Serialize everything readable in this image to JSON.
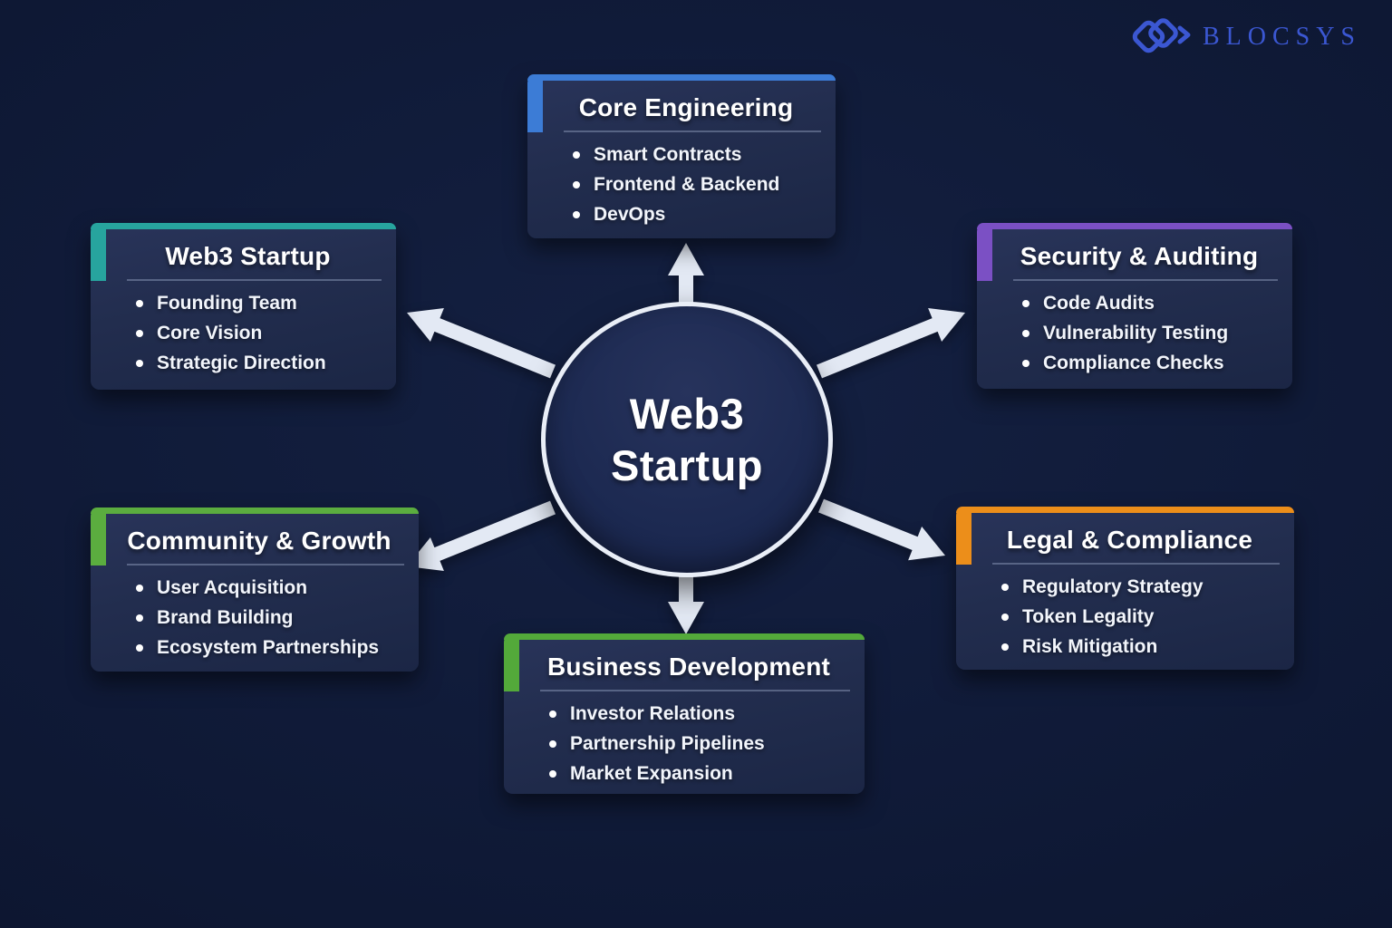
{
  "logo": {
    "text": "BLOCSYS",
    "color": "#3b57d2",
    "icon": "interlocked-diamonds"
  },
  "center": {
    "line1": "Web3",
    "line2": "Startup"
  },
  "boxes": [
    {
      "id": "core-engineering",
      "title": "Core Engineering",
      "accent": "#3c7cd6",
      "items": [
        "Smart Contracts",
        "Frontend & Backend",
        "DevOps"
      ]
    },
    {
      "id": "web3-startup",
      "title": "Web3 Startup",
      "accent": "#27a49e",
      "items": [
        "Founding Team",
        "Core Vision",
        "Strategic Direction"
      ]
    },
    {
      "id": "security-auditing",
      "title": "Security & Auditing",
      "accent": "#7b50c4",
      "items": [
        "Code Audits",
        "Vulnerability Testing",
        "Compliance Checks"
      ]
    },
    {
      "id": "community-growth",
      "title": "Community & Growth",
      "accent": "#5bad3f",
      "items": [
        "User Acquisition",
        "Brand Building",
        "Ecosystem Partnerships"
      ]
    },
    {
      "id": "legal-compliance",
      "title": "Legal & Compliance",
      "accent": "#ec8e1a",
      "items": [
        "Regulatory Strategy",
        "Token Legality",
        "Risk Mitigation"
      ]
    },
    {
      "id": "business-development",
      "title": "Business Development",
      "accent": "#53a93a",
      "items": [
        "Investor Relations",
        "Partnership Pipelines",
        "Market Expansion"
      ]
    }
  ],
  "colors": {
    "background": "#0e1834",
    "arrow": "#e3e9f4",
    "circle_border": "#e9eef7"
  }
}
